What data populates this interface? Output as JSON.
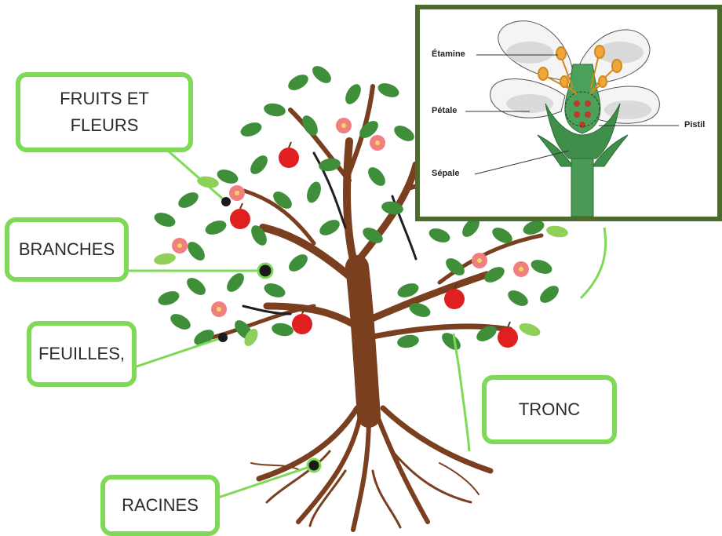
{
  "labels": {
    "fruits_line1": "FRUITS ET",
    "fruits_line2": "FLEURS",
    "branches": "BRANCHES",
    "feuilles": "FEUILLES,",
    "tronc": "TRONC",
    "racines": "RACINES"
  },
  "inset": {
    "etamine": "Étamine",
    "petale": "Pétale",
    "sepale": "Sépale",
    "pistil": "Pistil"
  },
  "colors": {
    "label_border": "#7ed957",
    "inset_border": "#4c6b2c",
    "trunk": "#7a3f1f",
    "leaf": "#3f8f3a",
    "apple": "#e02020",
    "blossom": "#f08080"
  }
}
